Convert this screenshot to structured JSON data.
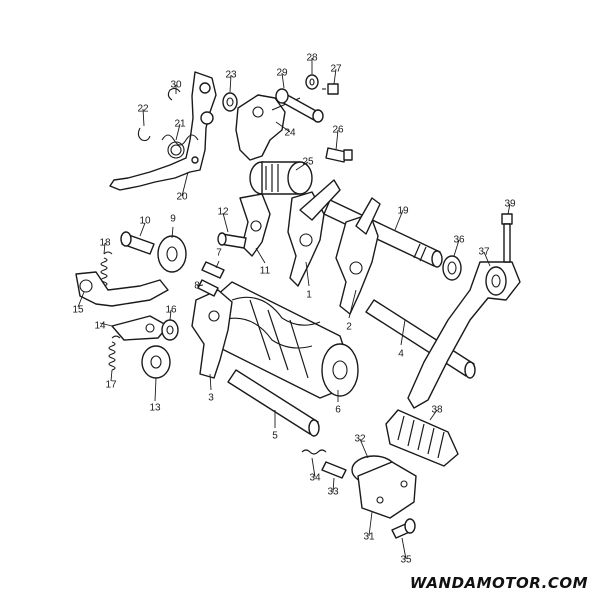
{
  "diagram": {
    "callouts": [
      "1",
      "2",
      "3",
      "4",
      "5",
      "6",
      "7",
      "8",
      "9",
      "10",
      "11",
      "12",
      "13",
      "14",
      "15",
      "16",
      "17",
      "18",
      "19",
      "20",
      "21",
      "22",
      "23",
      "24",
      "25",
      "26",
      "27",
      "28",
      "29",
      "30",
      "31",
      "32",
      "33",
      "34",
      "35",
      "36",
      "37",
      "38",
      "39"
    ]
  },
  "watermark": "WANDAMOTOR.COM",
  "colors": {
    "ink": "#1a1a1a",
    "paper": "#ffffff"
  }
}
